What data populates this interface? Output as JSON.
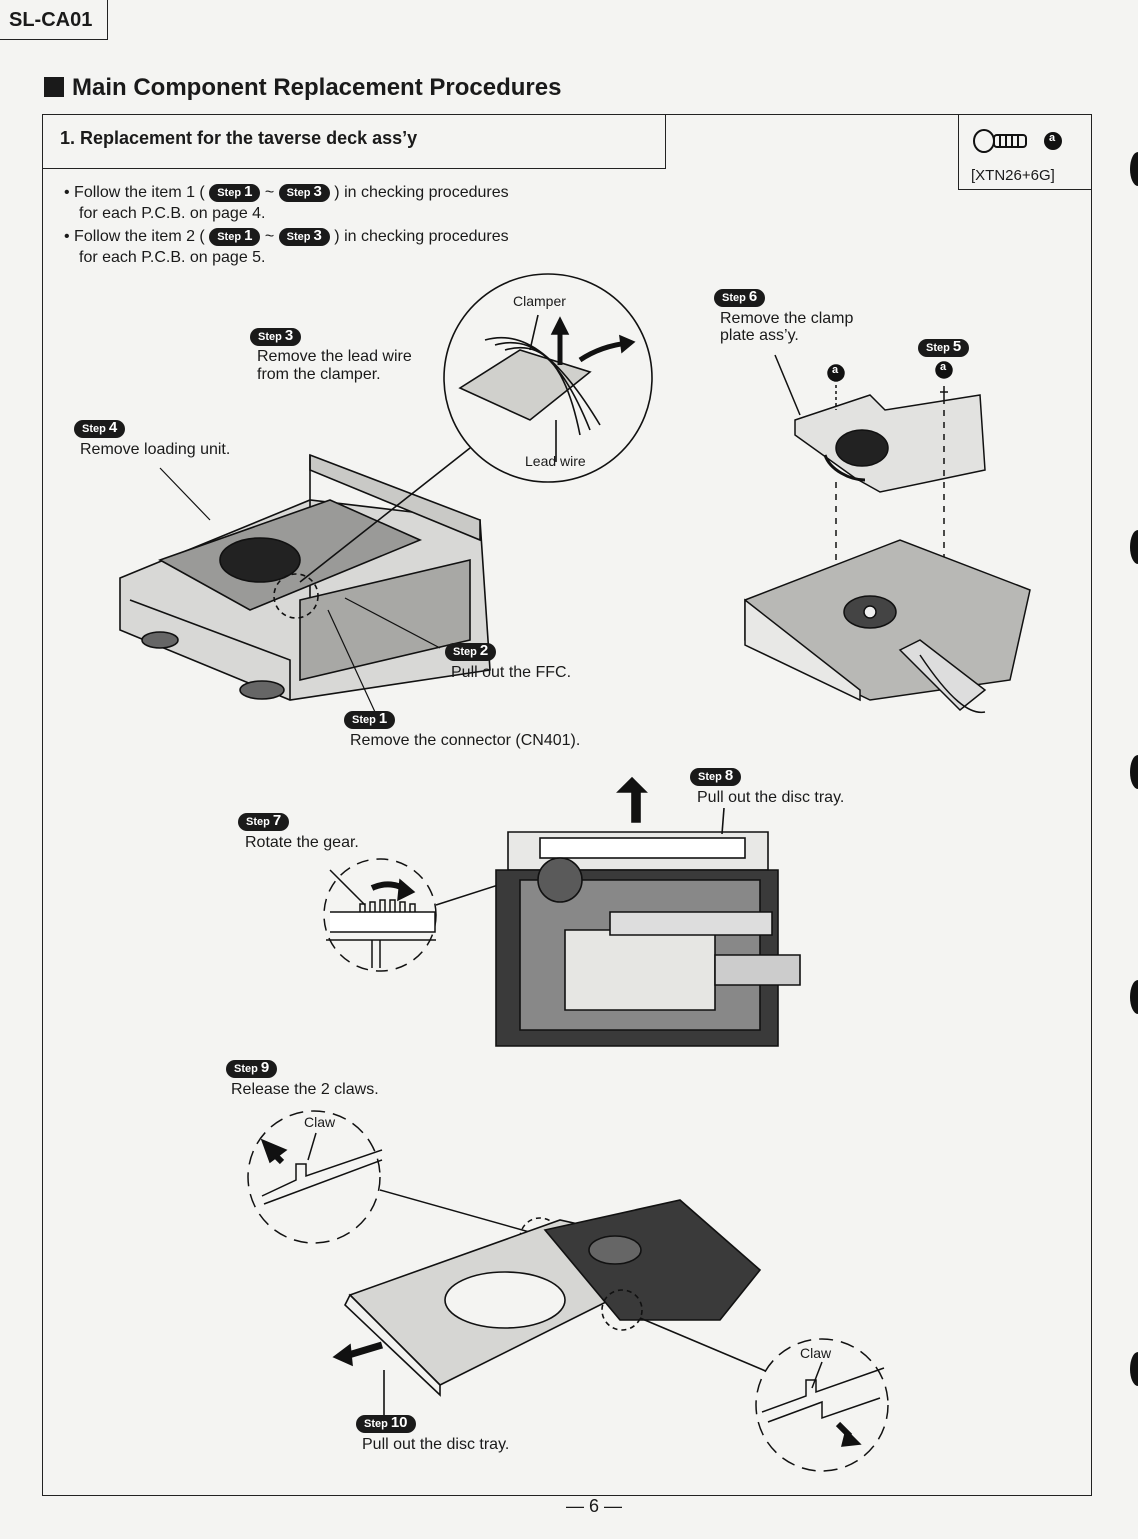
{
  "header": {
    "model": "SL-CA01",
    "section_title": "Main Component Replacement Procedures"
  },
  "procedure": {
    "title": "1. Replacement for the taverse deck ass’y",
    "screw": {
      "letter": "a",
      "code": "[XTN26+6G]"
    },
    "instructions": [
      {
        "prefix": "• Follow the item 1 (",
        "from": "1",
        "to": "3",
        "suffix": ") in checking procedures",
        "line2": "for each P.C.B. on page 4."
      },
      {
        "prefix": "• Follow the item 2 (",
        "from": "1",
        "to": "3",
        "suffix": ") in checking procedures",
        "line2": "for each P.C.B. on page 5."
      }
    ],
    "range_separator": "~"
  },
  "step_label": "Step",
  "steps": {
    "s1": {
      "num": "1",
      "text": "Remove the connector (CN401)."
    },
    "s2": {
      "num": "2",
      "text": "Pull out the FFC."
    },
    "s3": {
      "num": "3",
      "line1": "Remove the lead wire",
      "line2": "from the clamper."
    },
    "s4": {
      "num": "4",
      "text": "Remove loading unit."
    },
    "s5": {
      "num": "5"
    },
    "s6": {
      "num": "6",
      "line1": "Remove the clamp",
      "line2": "plate ass’y."
    },
    "s7": {
      "num": "7",
      "text": "Rotate the gear."
    },
    "s8": {
      "num": "8",
      "text": "Pull out the disc tray."
    },
    "s9": {
      "num": "9",
      "text": "Release the 2 claws."
    },
    "s10": {
      "num": "10",
      "text": "Pull out the disc tray."
    }
  },
  "labels": {
    "clamper": "Clamper",
    "lead_wire": "Lead wire",
    "claw_1": "Claw",
    "claw_2": "Claw",
    "screw_a1": "a",
    "screw_a2": "a"
  },
  "footer": {
    "page": "— 6 —"
  }
}
